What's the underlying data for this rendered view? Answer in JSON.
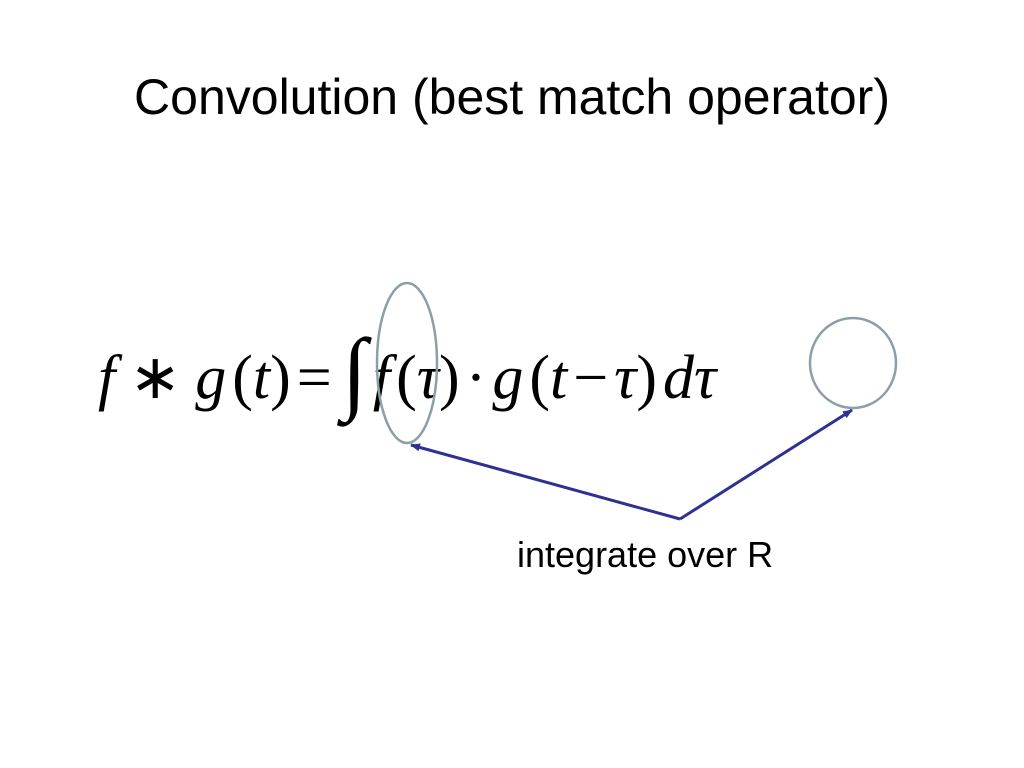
{
  "slide": {
    "title": "Convolution (best match operator)",
    "equation": {
      "lhs": [
        {
          "id": "f1",
          "text": "f",
          "italic": true
        },
        {
          "id": "star",
          "text": "∗",
          "italic": false
        },
        {
          "id": "g1",
          "text": "g",
          "italic": true
        },
        {
          "id": "lp1",
          "text": "(",
          "italic": false
        },
        {
          "id": "t1",
          "text": "t",
          "italic": true
        },
        {
          "id": "rp1",
          "text": ")",
          "italic": false
        },
        {
          "id": "eq",
          "text": "=",
          "italic": false
        }
      ],
      "integral_sign": "∫",
      "rhs": [
        {
          "id": "f2",
          "text": "f",
          "italic": true
        },
        {
          "id": "lp2",
          "text": "(",
          "italic": false
        },
        {
          "id": "tau1",
          "text": "τ",
          "italic": true
        },
        {
          "id": "rp2",
          "text": ")",
          "italic": false
        },
        {
          "id": "dot",
          "text": "·",
          "italic": false
        },
        {
          "id": "g2",
          "text": "g",
          "italic": true
        },
        {
          "id": "lp3",
          "text": "(",
          "italic": false
        },
        {
          "id": "t2",
          "text": "t",
          "italic": true
        },
        {
          "id": "minus",
          "text": "−",
          "italic": false
        },
        {
          "id": "tau2",
          "text": "τ",
          "italic": true
        },
        {
          "id": "rp3",
          "text": ")",
          "italic": false
        },
        {
          "id": "d",
          "text": "d",
          "italic": true
        },
        {
          "id": "tau3",
          "text": "τ",
          "italic": true
        }
      ]
    },
    "annotation": {
      "caption": "integrate over R",
      "highlight_color": "#8aa0a6",
      "arrow_color": "#2e3192"
    }
  }
}
